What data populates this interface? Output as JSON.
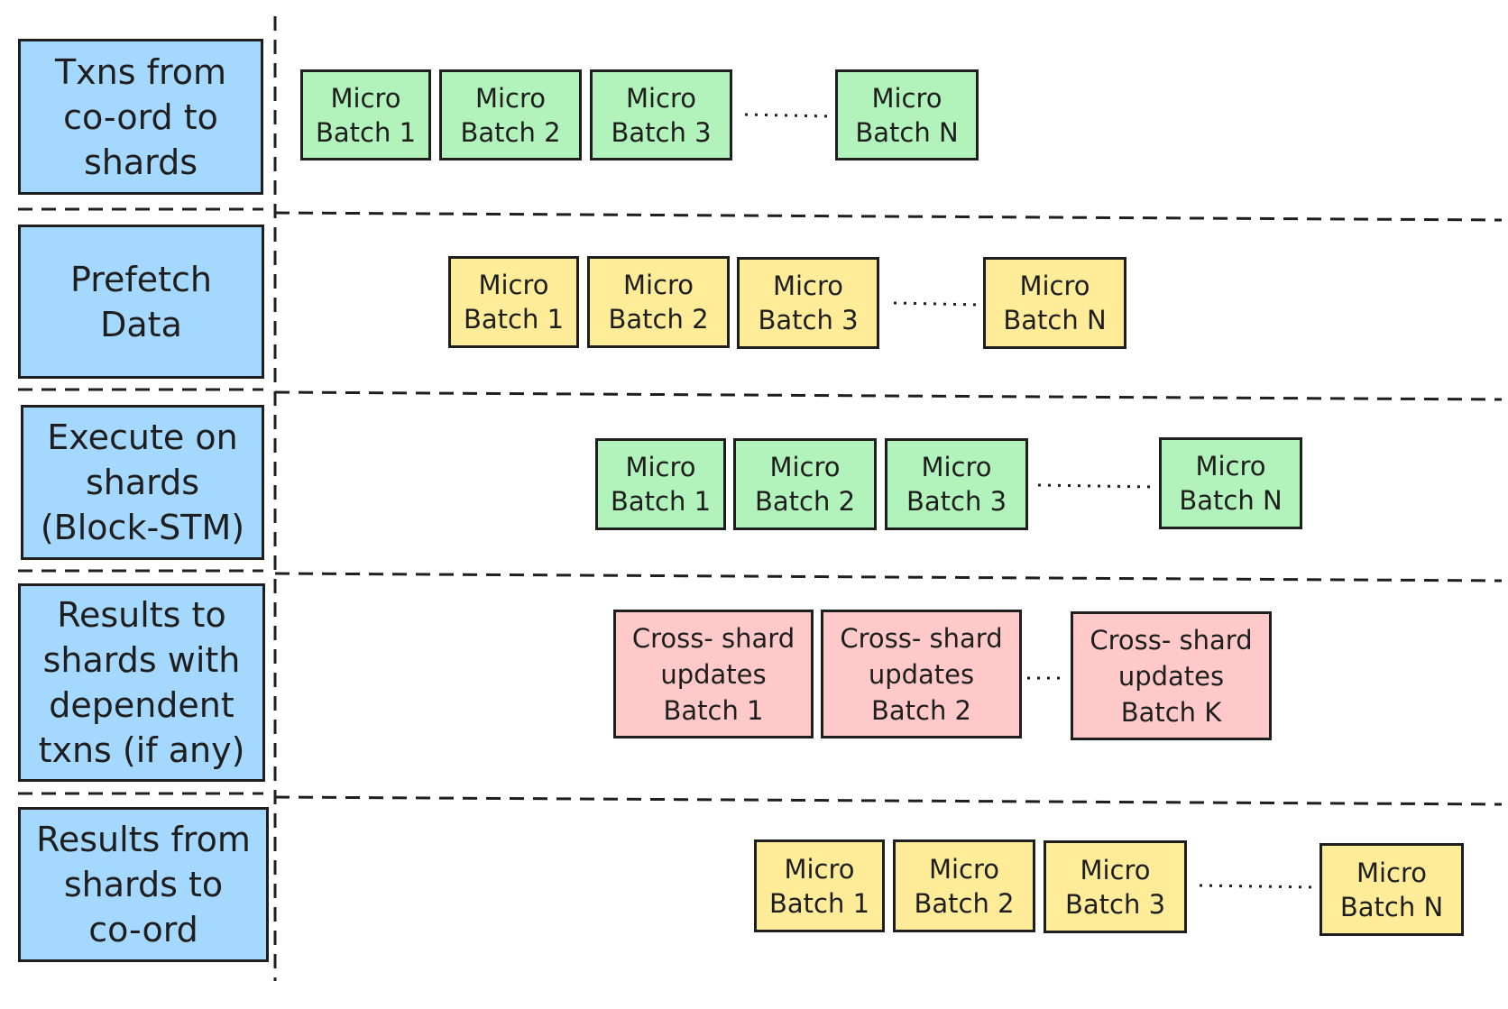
{
  "stages": [
    {
      "label": "Txns from\nco-ord to\nshards",
      "blocks": [
        {
          "text": "Micro\nBatch 1",
          "color": "green"
        },
        {
          "text": "Micro\nBatch 2",
          "color": "green"
        },
        {
          "text": "Micro\nBatch 3",
          "color": "green"
        },
        {
          "text": "Micro\nBatch N",
          "color": "green"
        }
      ]
    },
    {
      "label": "Prefetch\nData",
      "blocks": [
        {
          "text": "Micro\nBatch 1",
          "color": "yellow"
        },
        {
          "text": "Micro\nBatch 2",
          "color": "yellow"
        },
        {
          "text": "Micro\nBatch 3",
          "color": "yellow"
        },
        {
          "text": "Micro\nBatch N",
          "color": "yellow"
        }
      ]
    },
    {
      "label": "Execute on\nshards\n(Block-STM)",
      "blocks": [
        {
          "text": "Micro\nBatch 1",
          "color": "green"
        },
        {
          "text": "Micro\nBatch 2",
          "color": "green"
        },
        {
          "text": "Micro\nBatch 3",
          "color": "green"
        },
        {
          "text": "Micro\nBatch N",
          "color": "green"
        }
      ]
    },
    {
      "label": "Results to\nshards with\ndependent\ntxns (if any)",
      "blocks": [
        {
          "text": "Cross- shard\nupdates\nBatch 1",
          "color": "red"
        },
        {
          "text": "Cross- shard\nupdates\nBatch 2",
          "color": "red"
        },
        {
          "text": "Cross- shard\nupdates\nBatch K",
          "color": "red"
        }
      ]
    },
    {
      "label": "Results from\nshards to\nco-ord",
      "blocks": [
        {
          "text": "Micro\nBatch 1",
          "color": "yellow"
        },
        {
          "text": "Micro\nBatch 2",
          "color": "yellow"
        },
        {
          "text": "Micro\nBatch 3",
          "color": "yellow"
        },
        {
          "text": "Micro\nBatch N",
          "color": "yellow"
        }
      ]
    }
  ],
  "colors": {
    "label_fill": "#a5d8ff",
    "green": "#b2f2bb",
    "yellow": "#ffec99",
    "red": "#ffc9c9",
    "stroke": "#1e1e1e"
  }
}
